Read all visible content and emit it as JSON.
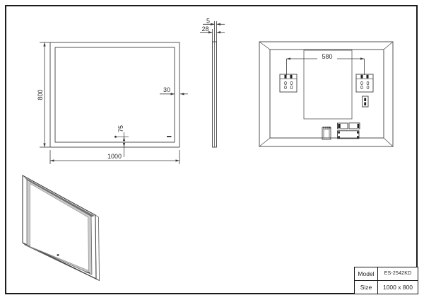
{
  "sheet": {
    "background": "#ffffff",
    "border_color": "#1c1c1c",
    "line_color": "#3f3f3f"
  },
  "views": {
    "front": {
      "height_dim": "800",
      "width_dim": "1000",
      "frame_width_dim": "30",
      "sensor_offset_dim": "75"
    },
    "side": {
      "glass_thickness_dim": "5",
      "total_depth_dim": "28"
    },
    "back": {
      "bracket_spacing_dim": "580"
    }
  },
  "title_block": {
    "rows": [
      {
        "label": "Model",
        "value": "ES-2542KD"
      },
      {
        "label": "Size",
        "value": "1000 x 800"
      }
    ]
  }
}
